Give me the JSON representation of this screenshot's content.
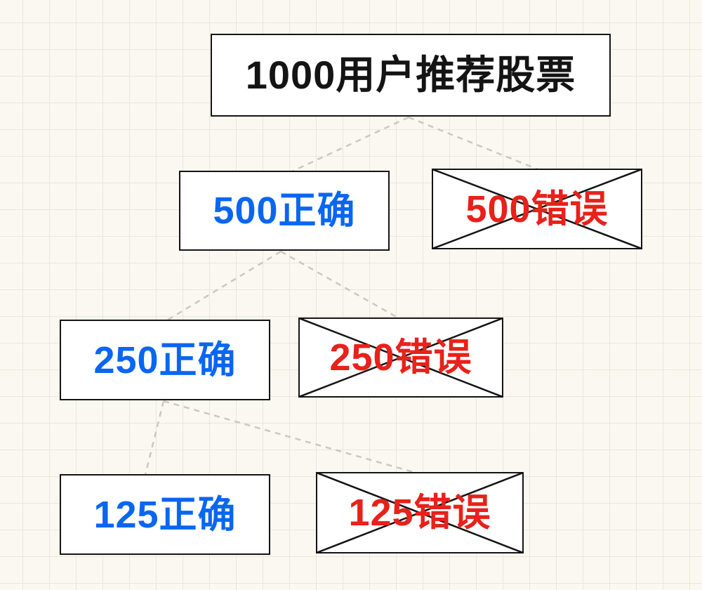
{
  "diagram": {
    "root": {
      "label": "1000用户推荐股票"
    },
    "levels": [
      {
        "correct": {
          "label": "500正确"
        },
        "wrong": {
          "label": "500错误"
        }
      },
      {
        "correct": {
          "label": "250正确"
        },
        "wrong": {
          "label": "250错误"
        }
      },
      {
        "correct": {
          "label": "125正确"
        },
        "wrong": {
          "label": "125错误"
        }
      }
    ],
    "colors": {
      "root_text": "#141414",
      "correct_text": "#0a66f0",
      "wrong_text": "#e8211a",
      "box_border": "#141414",
      "connector": "#ccc8bd",
      "background": "#fbf8f1"
    }
  }
}
